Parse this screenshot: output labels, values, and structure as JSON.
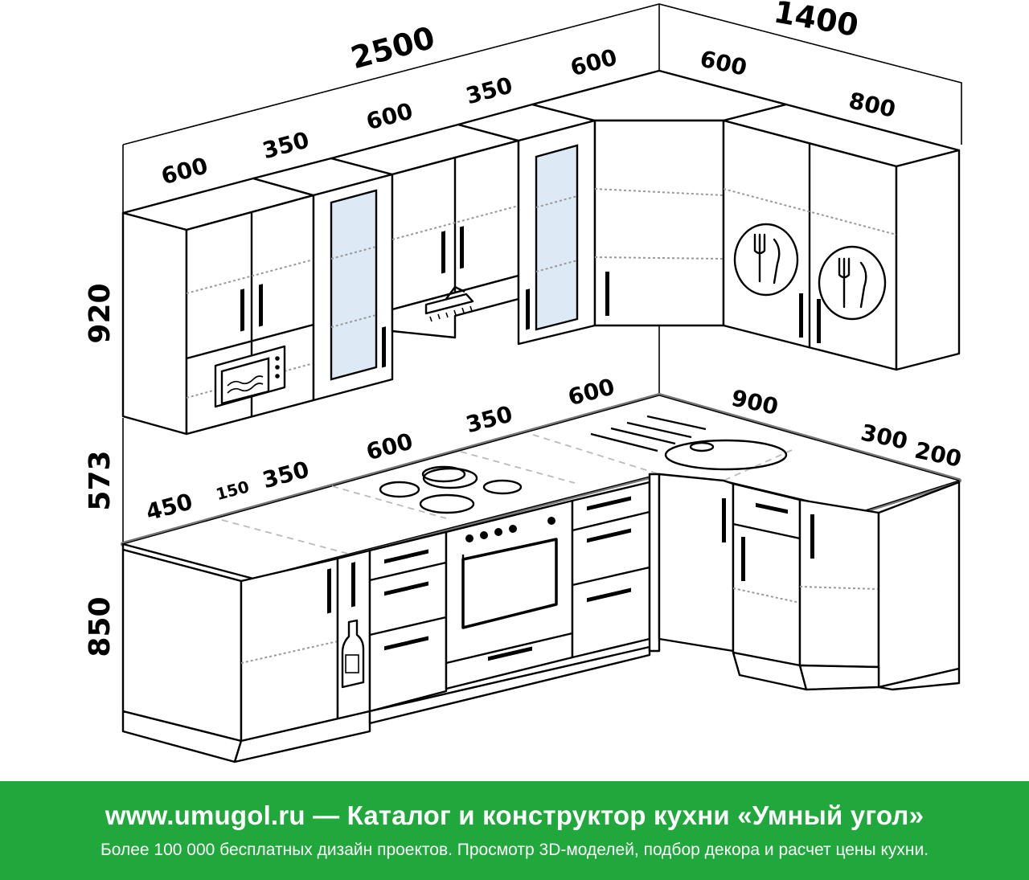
{
  "dimensions": {
    "upper_total": "2500",
    "side_total": "1400",
    "upper": [
      "600",
      "350",
      "600",
      "350",
      "600",
      "600",
      "800"
    ],
    "heights": [
      "920",
      "573",
      "850"
    ],
    "lower": [
      "450",
      "150",
      "350",
      "600",
      "350",
      "600",
      "900",
      "300",
      "200"
    ]
  },
  "banner": {
    "line1": "www.umugol.ru — Каталог и конструктор кухни «Умный угол»",
    "line2": "Более 100 000 бесплатных дизайн проектов. Просмотр 3D-моделей, подбор декора и расчет цены кухни."
  },
  "colors": {
    "banner_bg": "#20a83c",
    "glass": "#ddeaf5"
  },
  "icons": [
    "microwave-icon",
    "range-hood-icon",
    "cutlery-icon",
    "bottle-icon",
    "hob-icon",
    "oven-icon",
    "sink-icon"
  ]
}
